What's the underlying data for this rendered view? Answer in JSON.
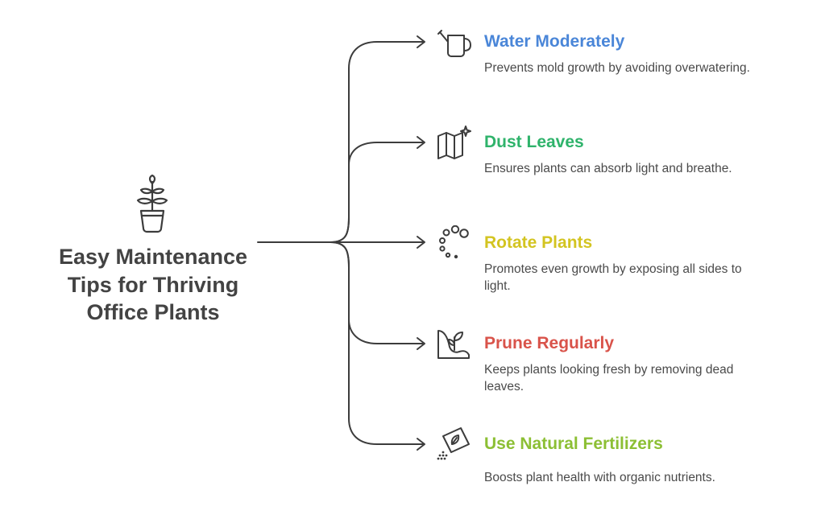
{
  "root": {
    "title": "Easy Maintenance Tips for Thriving Office Plants",
    "icon": "potted-plant-icon"
  },
  "branches": [
    {
      "title": "Water Moderately",
      "description": "Prevents mold growth by avoiding overwatering.",
      "icon": "watering-can-icon",
      "color": "#4a86d8"
    },
    {
      "title": "Dust Leaves",
      "description": "Ensures plants can absorb light and breathe.",
      "icon": "map-sparkle-icon",
      "color": "#2fb36b"
    },
    {
      "title": "Rotate Plants",
      "description": "Promotes even growth by exposing all sides to light.",
      "icon": "rotating-circles-icon",
      "color": "#d3c421"
    },
    {
      "title": "Prune Regularly",
      "description": "Keeps plants looking fresh by removing dead leaves.",
      "icon": "sprout-on-hill-icon",
      "color": "#d9534a"
    },
    {
      "title": "Use Natural Fertilizers",
      "description": "Boosts plant health with organic nutrients.",
      "icon": "seed-packet-icon",
      "color": "#8cbf34"
    }
  ],
  "colors": {
    "connector": "#3c3c3c",
    "root_text": "#434343",
    "description_text": "#4a4a4a"
  }
}
